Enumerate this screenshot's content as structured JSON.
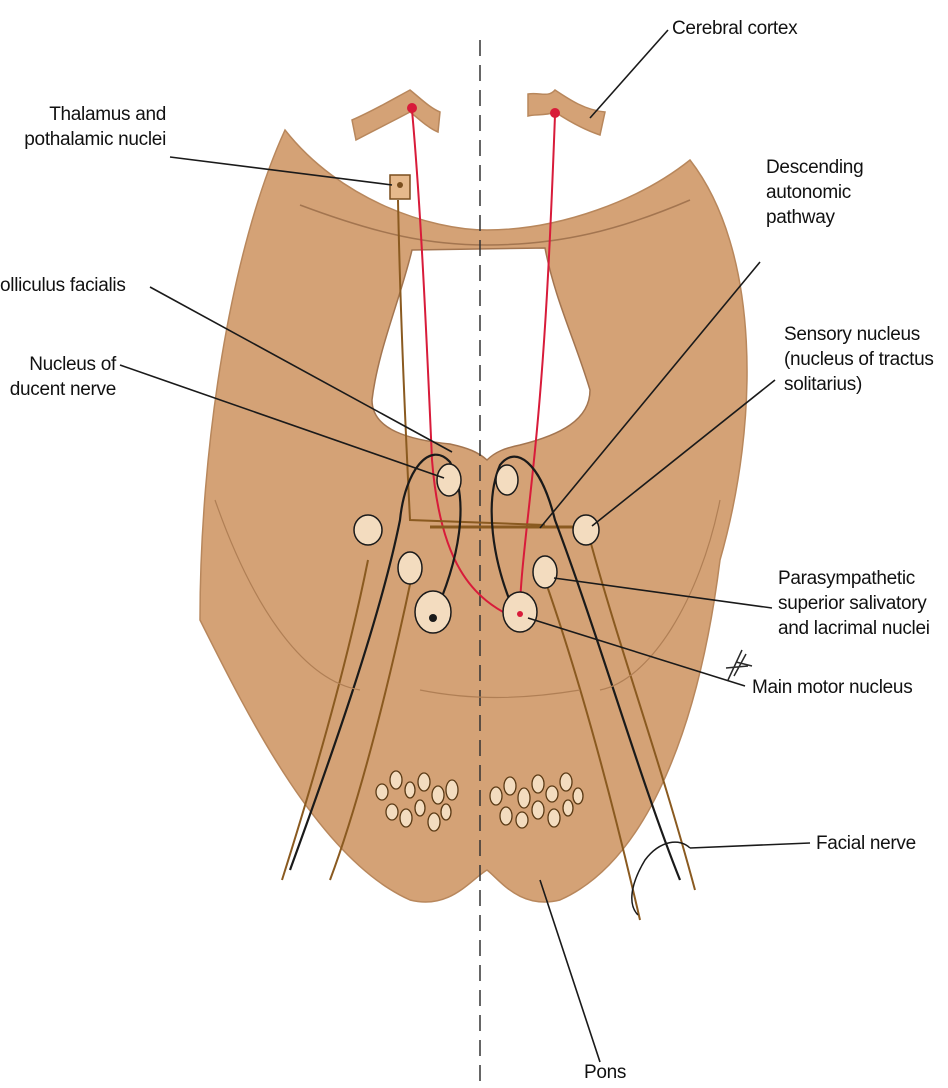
{
  "colors": {
    "tissue": "#d4a276",
    "tissue_edge": "#b8875c",
    "upper_motor_tract": "#d81b3a",
    "autonomic_tract": "#8a5a20",
    "motor_fiber": "#1a1a1a",
    "nucleus_fill": "#f3dcbf",
    "background": "#ffffff"
  },
  "labels": {
    "cerebral_cortex": "Cerebral cortex",
    "thalamus": "Thalamus and\npothalamic nuclei",
    "descending_autonomic": "Descending\nautonomic\npathway",
    "colliculus_facialis": "olliculus facialis",
    "nucleus_abducent": "Nucleus of\nducent nerve",
    "sensory_nucleus": "Sensory nucleus\n(nucleus of tractus\nsolitarius)",
    "parasympathetic": "Parasympathetic\nsuperior salivatory\nand lacrimal nuclei",
    "main_motor": "Main motor nucleus",
    "facial_nerve": "Facial nerve",
    "pons": "Pons"
  }
}
